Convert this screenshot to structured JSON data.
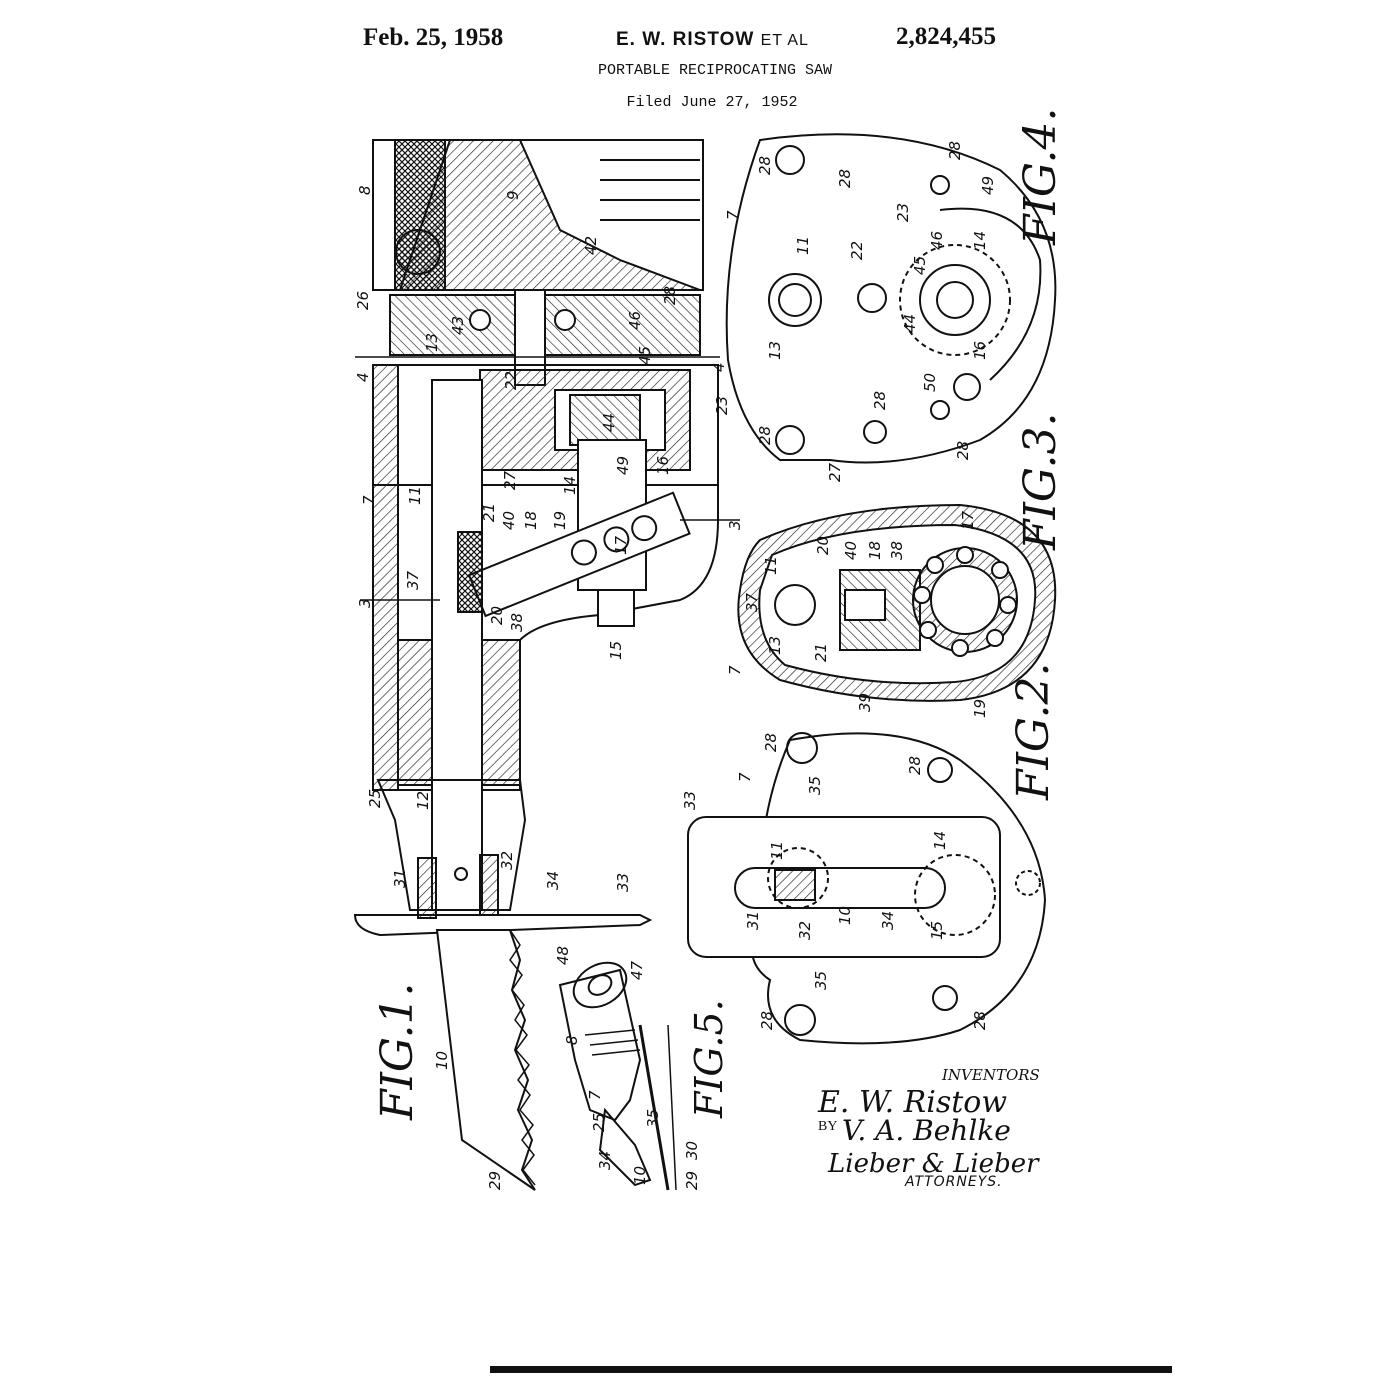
{
  "header": {
    "date": "Feb. 25, 1958",
    "inventor": "E. W. RISTOW",
    "et_al": "ET AL",
    "patent_number": "2,824,455",
    "title": "PORTABLE RECIPROCATING SAW",
    "filed": "Filed June 27, 1952"
  },
  "figures": {
    "fig1": "FIG.1.",
    "fig2": "FIG.2.",
    "fig3": "FIG.3.",
    "fig4": "FIG.4.",
    "fig5": "FIG.5."
  },
  "signature": {
    "inventors_label": "INVENTORS",
    "inventor_1": "E. W. Ristow",
    "by": "BY",
    "inventor_2": "V. A. Behlke",
    "firm": "Lieber & Lieber",
    "attorneys_label": "ATTORNEYS."
  },
  "fig1_refs": [
    "8",
    "9",
    "26",
    "42",
    "28",
    "4",
    "43",
    "46",
    "45",
    "13",
    "22",
    "4",
    "23",
    "7",
    "11",
    "27",
    "14",
    "44",
    "49",
    "16",
    "21",
    "40",
    "18",
    "19",
    "17",
    "3",
    "37",
    "20",
    "38",
    "3",
    "15",
    "25",
    "12",
    "31",
    "32",
    "34",
    "33",
    "10",
    "29"
  ],
  "fig2_refs": [
    "20",
    "40",
    "18",
    "38",
    "17",
    "37",
    "11",
    "13",
    "7",
    "21",
    "39",
    "19"
  ],
  "fig3_refs": [
    "7",
    "28",
    "28",
    "28",
    "22",
    "23",
    "49",
    "46",
    "14",
    "11",
    "13",
    "45",
    "44",
    "16",
    "50",
    "28",
    "28",
    "28",
    "27"
  ],
  "fig5_refs": [
    "28",
    "28",
    "33",
    "7",
    "35",
    "11",
    "14",
    "31",
    "32",
    "10",
    "34",
    "15",
    "35",
    "28",
    "28"
  ],
  "fig5_detail_refs": [
    "48",
    "47",
    "8",
    "7",
    "25",
    "35",
    "34",
    "10",
    "30",
    "29"
  ]
}
